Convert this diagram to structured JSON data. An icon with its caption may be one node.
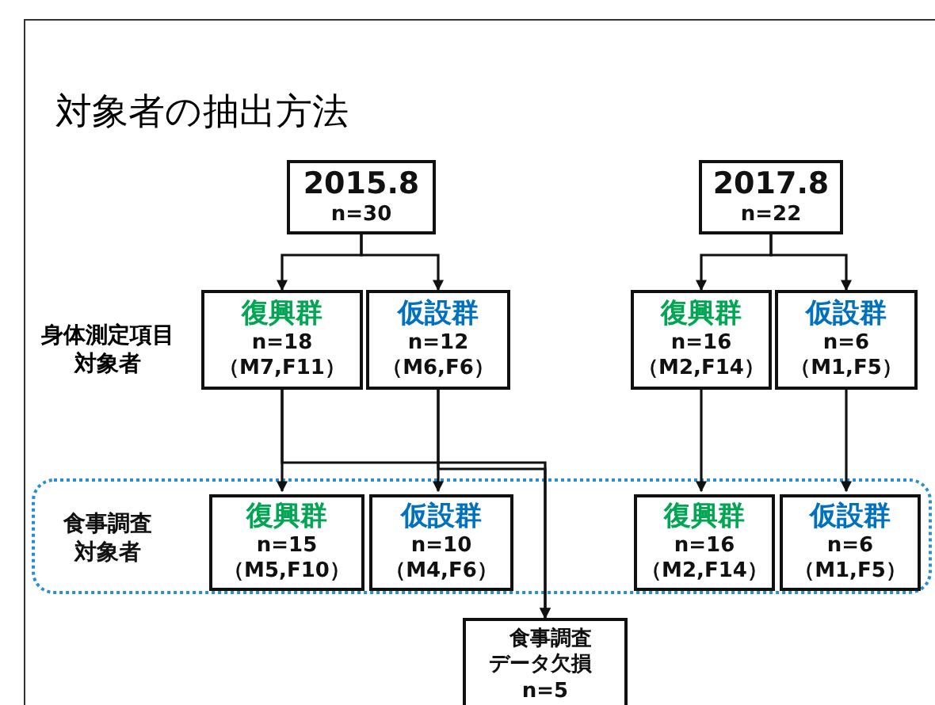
{
  "diagram": {
    "title": "対象者の抽出方法",
    "nodes": [
      {
        "text": [
          "2015.8",
          "n=30"
        ]
      },
      {
        "text": [
          "2017.8",
          "n=22"
        ]
      },
      {
        "text": [
          "復興群",
          "n=18",
          "（M7,F11）"
        ]
      },
      {
        "text": [
          "仮設群",
          "n=12",
          "（M6,F6）"
        ]
      },
      {
        "text": [
          "復興群",
          "n=16",
          "（M2,F14）"
        ]
      },
      {
        "text": [
          "仮設群",
          "n=6",
          "（M1,F5）"
        ]
      },
      {
        "text": [
          "食事調査対象者"
        ]
      },
      {
        "text": [
          "復興群",
          "n=15",
          "（M5,F10）"
        ],
        "in": 6
      },
      {
        "text": [
          "仮設群",
          "n=10",
          "（M4,F6）"
        ],
        "in": 6
      },
      {
        "text": [
          "復興群",
          "n=16",
          "（M2,F14）"
        ],
        "in": 6
      },
      {
        "text": [
          "仮設群",
          "n=6",
          "（M1,F5）"
        ],
        "in": 6
      },
      {
        "text": [
          "食事調査データ欠損",
          "n=5"
        ]
      }
    ],
    "edges": [
      {
        "from": 0,
        "to": 2,
        "arrow": "to"
      },
      {
        "from": 0,
        "to": 3,
        "arrow": "to"
      },
      {
        "from": 1,
        "to": 4,
        "arrow": "to"
      },
      {
        "from": 1,
        "to": 5,
        "arrow": "to"
      },
      {
        "from": 2,
        "to": 7,
        "arrow": "to"
      },
      {
        "from": 2,
        "to": 11,
        "arrow": "to"
      },
      {
        "from": 3,
        "to": 8,
        "arrow": "to"
      },
      {
        "from": 3,
        "to": 11,
        "arrow": "to"
      },
      {
        "from": 4,
        "to": 9,
        "arrow": "to"
      },
      {
        "from": 5,
        "to": 10,
        "arrow": "to"
      }
    ],
    "labels": [
      "身体測定項目対象者"
    ]
  }
}
